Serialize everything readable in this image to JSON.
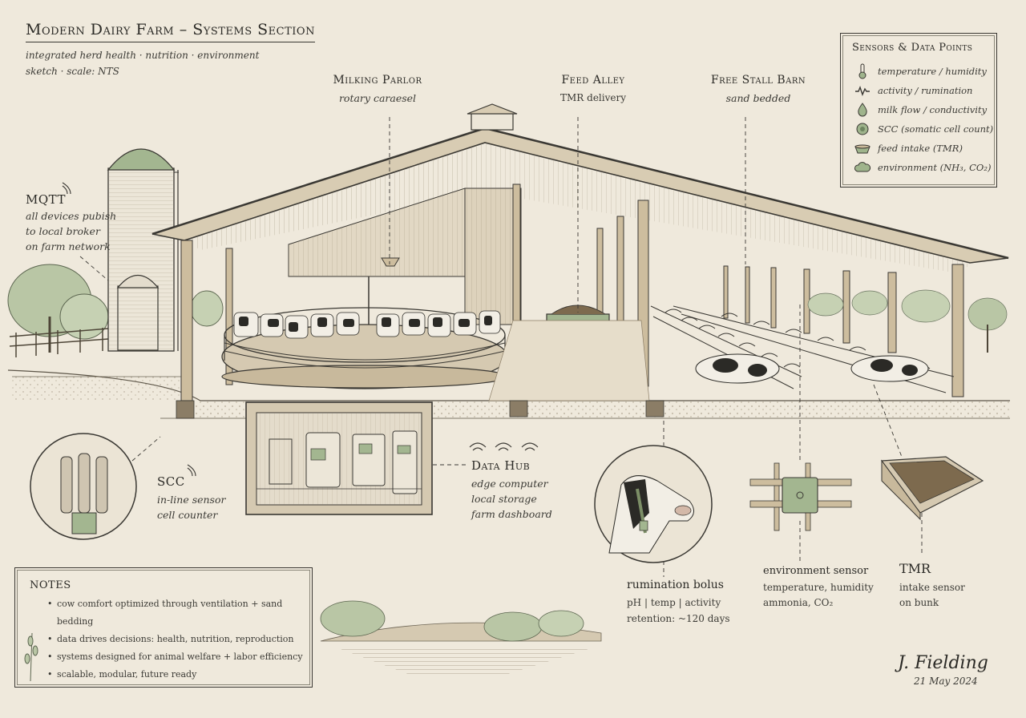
{
  "header": {
    "title": "Modern Dairy Farm – Systems Section",
    "subtitle_1": "integrated herd health · nutrition · environment",
    "subtitle_2": "sketch · scale: NTS"
  },
  "labels": {
    "milking_parlor": {
      "title": "Milking Parlor",
      "sub": "rotary caraesel"
    },
    "feed_alley": {
      "title": "Feed Alley",
      "sub": "TMR delivery"
    },
    "free_stall": {
      "title": "Free Stall Barn",
      "sub": "sand bedded"
    },
    "mqtt": {
      "title": "MQTT",
      "lines": [
        "all devices pubish",
        "to local broker",
        "on farm network"
      ]
    },
    "scc": {
      "title": "SCC",
      "lines": [
        "in-line sensor",
        "cell counter"
      ]
    },
    "data_hub": {
      "title": "Data Hub",
      "lines": [
        "edge computer",
        "local storage",
        "farm dashboard"
      ]
    },
    "bolus": {
      "title": "rumination bolus",
      "lines": [
        "pH | temp | activity",
        "retention: ~120 days"
      ]
    },
    "env_sensor": {
      "title": "environment sensor",
      "lines": [
        "temperature, humidity",
        "ammonia, CO₂"
      ]
    },
    "tmr": {
      "title": "TMR",
      "lines": [
        "intake sensor",
        "on bunk"
      ]
    }
  },
  "legend": {
    "title": "Sensors & Data Points",
    "items": [
      {
        "icon": "thermometer-icon",
        "label": "temperature / humidity"
      },
      {
        "icon": "activity-icon",
        "label": "activity / rumination"
      },
      {
        "icon": "drop-icon",
        "label": "milk flow / conductivity"
      },
      {
        "icon": "cell-icon",
        "label": "SCC (somatic cell count)"
      },
      {
        "icon": "bowl-icon",
        "label": "feed intake (TMR)"
      },
      {
        "icon": "cloud-icon",
        "label": "environment (NH₃, CO₂)"
      }
    ]
  },
  "notes": {
    "title": "NOTES",
    "items": [
      "cow comfort optimized through ventilation + sand bedding",
      "data drives decisions: health, nutrition, reproduction",
      "systems designed for animal welfare + labor efficiency",
      "scalable, modular, future ready"
    ]
  },
  "signature": {
    "name": "J. Fielding",
    "date": "21 May 2024"
  },
  "colors": {
    "paper": "#efe9dc",
    "ink": "#2b2a26",
    "sage": "#9fb48c",
    "wood": "#c9b99a"
  }
}
